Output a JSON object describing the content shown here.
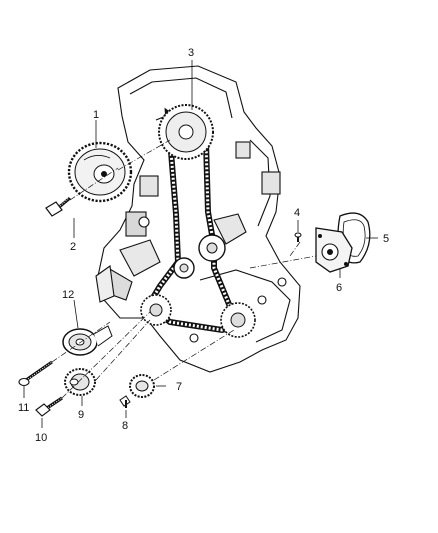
{
  "diagram": {
    "callouts": [
      {
        "id": "1",
        "text": "1"
      },
      {
        "id": "2",
        "text": "2"
      },
      {
        "id": "3",
        "text": "3"
      },
      {
        "id": "4",
        "text": "4"
      },
      {
        "id": "5",
        "text": "5"
      },
      {
        "id": "6",
        "text": "6"
      },
      {
        "id": "7",
        "text": "7"
      },
      {
        "id": "8",
        "text": "8"
      },
      {
        "id": "9",
        "text": "9"
      },
      {
        "id": "10",
        "text": "10"
      },
      {
        "id": "11",
        "text": "11"
      },
      {
        "id": "12",
        "text": "12"
      }
    ],
    "colors": {
      "line": "#111111",
      "fill": "#ffffff",
      "shade": "#cfcfcf"
    }
  }
}
